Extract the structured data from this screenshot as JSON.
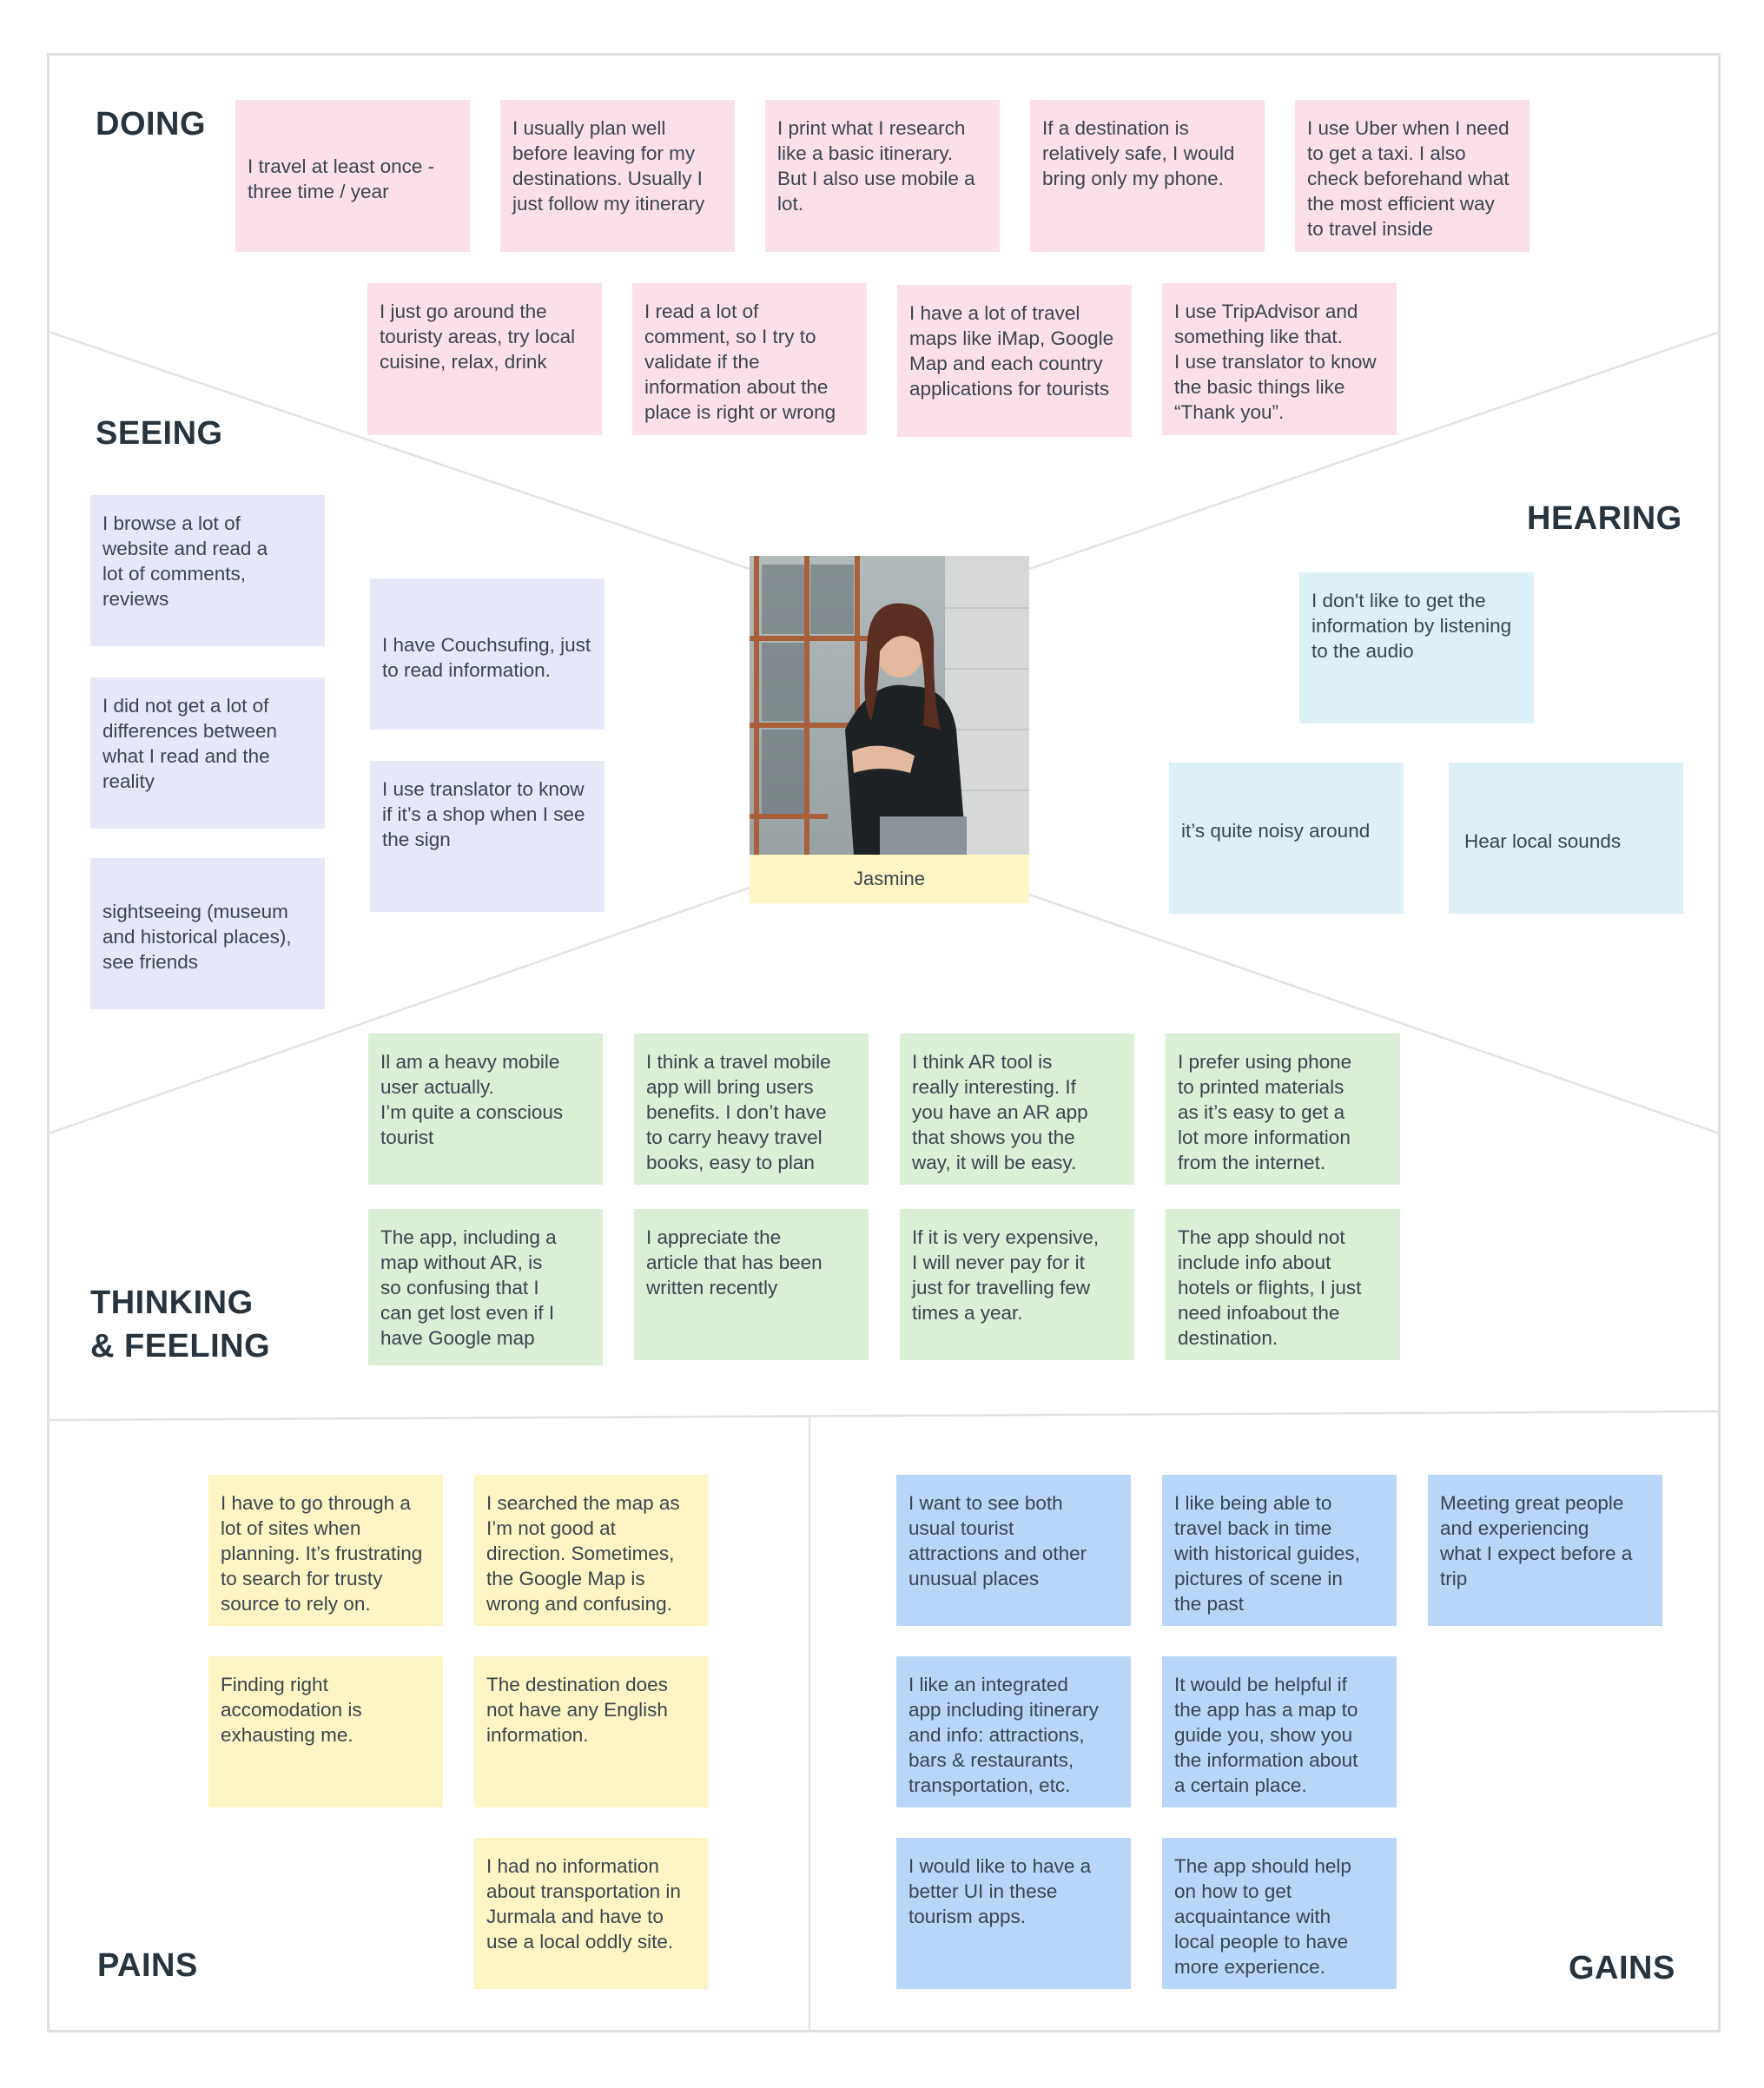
{
  "colors": {
    "doing": "#fbe0e9",
    "seeing": "#e6e8f8",
    "hearing": "#def0f7",
    "thinking": "#dbeed6",
    "pains": "#fdf5c3",
    "gains": "#b9d6f8"
  },
  "persona": {
    "name": "Jasmine",
    "photo": "portrait-photo"
  },
  "sections": {
    "doing": {
      "title": "DOING",
      "notes": [
        "I travel at least once -\nthree time / year",
        "I usually plan well\nbefore leaving for my\ndestinations. Usually I\njust follow my itinerary",
        "I print what I research\nlike a basic itinerary.\nBut I also use mobile a\nlot.",
        "If a destination is\nrelatively safe, I would\nbring only my phone.",
        "I use Uber when I need\nto get a taxi. I also\ncheck beforehand what\nthe most efficient way\nto travel inside",
        "I just go around the\ntouristy areas, try local\ncuisine, relax, drink",
        "I read a lot of\ncomment, so I try to\nvalidate if the\ninformation about the\nplace is right or wrong",
        "I have a lot of travel\nmaps like iMap, Google\nMap and each country\napplications for tourists",
        "I use TripAdvisor and\nsomething like that.\nI use translator to know\nthe basic things like\n“Thank you”."
      ]
    },
    "seeing": {
      "title": "SEEING",
      "notes": [
        "I browse a lot of\nwebsite and read a\nlot of comments,\nreviews",
        "I did not get a lot of\ndifferences between\nwhat I read and the\nreality",
        "sightseeing (museum\nand historical places),\nsee friends",
        "I have Couchsufing, just\nto read information.",
        "I use translator to know\nif it’s a shop when I see\nthe sign"
      ]
    },
    "hearing": {
      "title": "HEARING",
      "notes": [
        "I don't like to get the\ninformation by listening\nto the audio",
        "it’s quite noisy around",
        "Hear local sounds"
      ]
    },
    "thinking": {
      "title": "THINKING\n& FEELING",
      "notes": [
        "Il am a heavy mobile\nuser actually.\nI’m quite a conscious\ntourist",
        "I think a travel mobile\napp will bring users\nbenefits. I don’t have\nto carry heavy travel\nbooks, easy to plan",
        "I think AR tool is\nreally interesting. If\nyou have an AR app\nthat shows you the\nway, it will be easy.",
        "I prefer using phone\nto printed materials\nas it’s easy to get a\nlot more information\nfrom the internet.",
        "The app, including a\nmap without AR, is\nso confusing that I\ncan get lost even if I\nhave Google map",
        "I appreciate the\narticle that has been\nwritten recently",
        "If it is very expensive,\nI will never pay for it\njust for travelling few\ntimes a year.",
        "The app should not\ninclude info about\nhotels or flights, I just\nneed infoabout the\ndestination."
      ]
    },
    "pains": {
      "title": "PAINS",
      "notes": [
        "I have to go through a\nlot of sites when\nplanning. It’s frustrating\nto search for trusty\nsource to rely on.",
        "I searched the map as\nI’m not good at\ndirection. Sometimes,\nthe Google Map is\nwrong and confusing.",
        "Finding right\naccomodation is\nexhausting me.",
        "The destination does\nnot have any English\ninformation.",
        "I had no information\nabout transportation in\nJurmala and have to\nuse a local oddly site."
      ]
    },
    "gains": {
      "title": "GAINS",
      "notes": [
        "I want to see both\nusual tourist\nattractions and other\nunusual places",
        "I like being able to\ntravel back in time\nwith historical guides,\npictures of scene in\nthe past",
        "Meeting great people\nand experiencing\nwhat I expect before a\ntrip",
        "I like an integrated\napp including itinerary\nand info: attractions,\nbars & restaurants,\ntransportation, etc.",
        "It would be helpful if\nthe app has a map to\nguide you, show you\nthe information about\na certain place.",
        "I would like to have a\nbetter UI in these\ntourism apps.",
        "The app should help\non how to get\nacquaintance with\nlocal people to have\nmore experience."
      ]
    }
  }
}
